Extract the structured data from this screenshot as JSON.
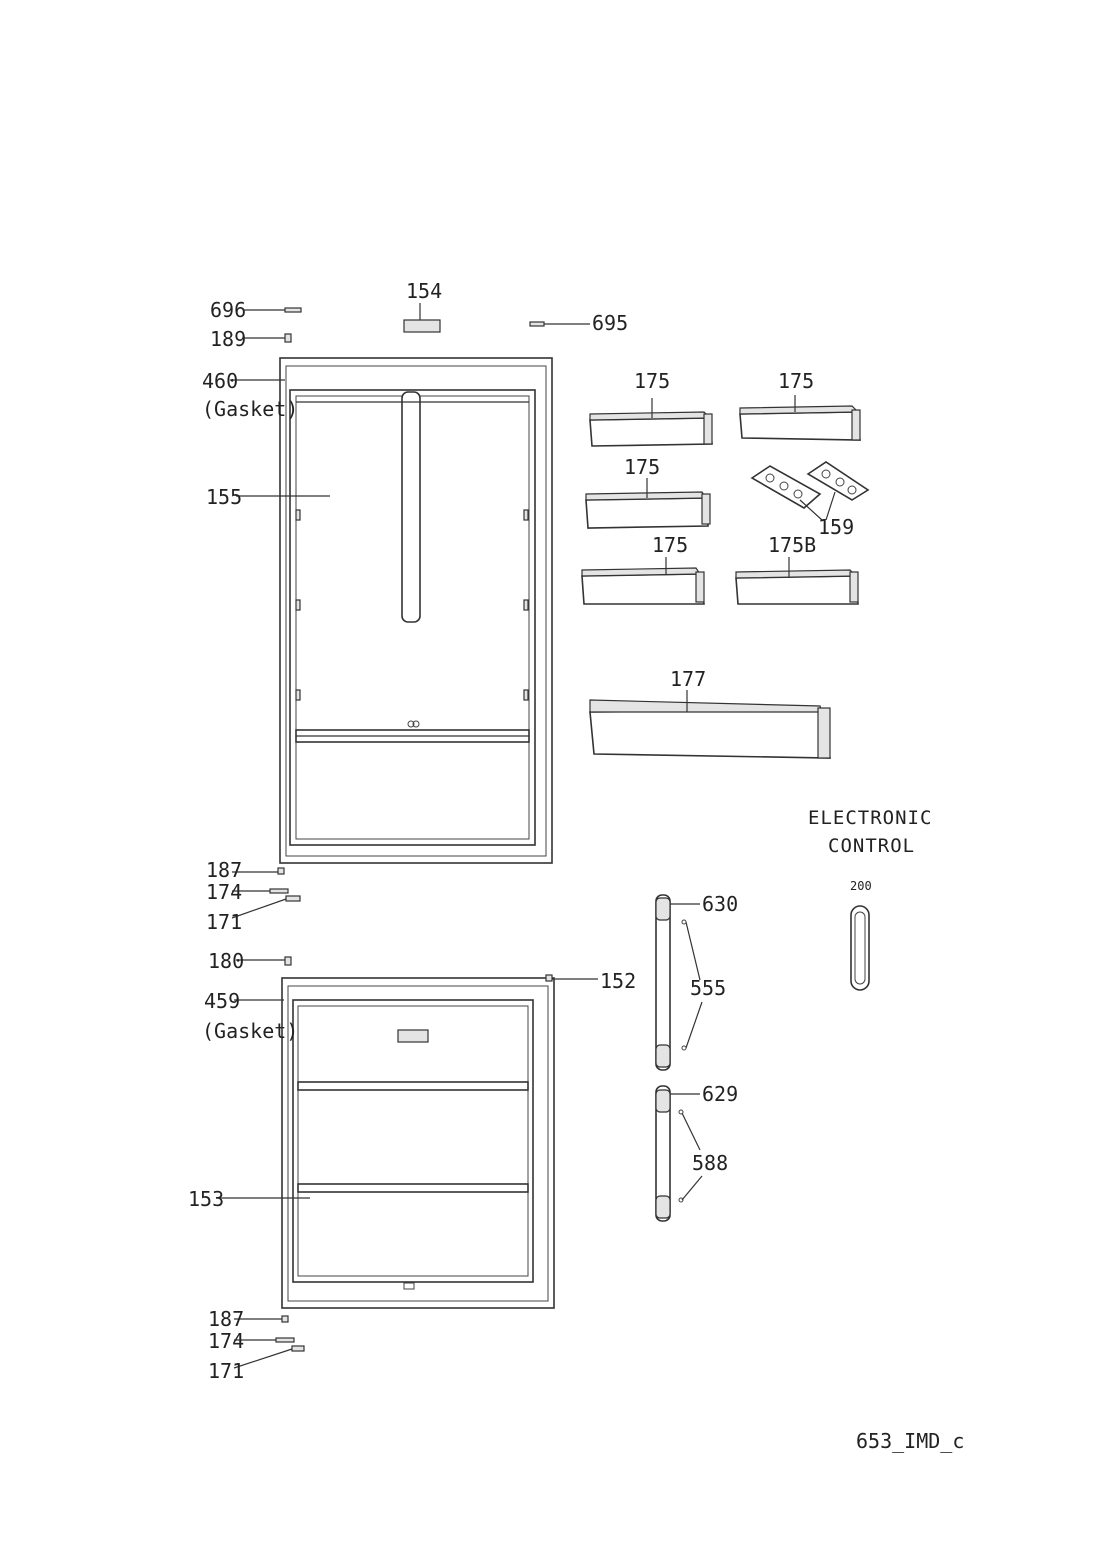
{
  "labels": {
    "l696": "696",
    "l189": "189",
    "l154": "154",
    "l695": "695",
    "l460": "460",
    "gasket_top": "(Gasket)",
    "l155": "155",
    "l175_a": "175",
    "l175_b": "175",
    "l175_c": "175",
    "l175_d": "175",
    "l175b": "175B",
    "l159": "159",
    "l177": "177",
    "l187_top": "187",
    "l174_top": "174",
    "l171_top": "171",
    "l180": "180",
    "l152": "152",
    "l459": "459",
    "gasket_bottom": "(Gasket)",
    "l153": "153",
    "l187_bottom": "187",
    "l174_bottom": "174",
    "l171_bottom": "171",
    "l630": "630",
    "l555": "555",
    "l629": "629",
    "l588": "588",
    "l200": "200"
  },
  "electronic_control": {
    "line1": "ELECTRONIC",
    "line2": "CONTROL"
  },
  "drawing_code": "653_IMD_c"
}
